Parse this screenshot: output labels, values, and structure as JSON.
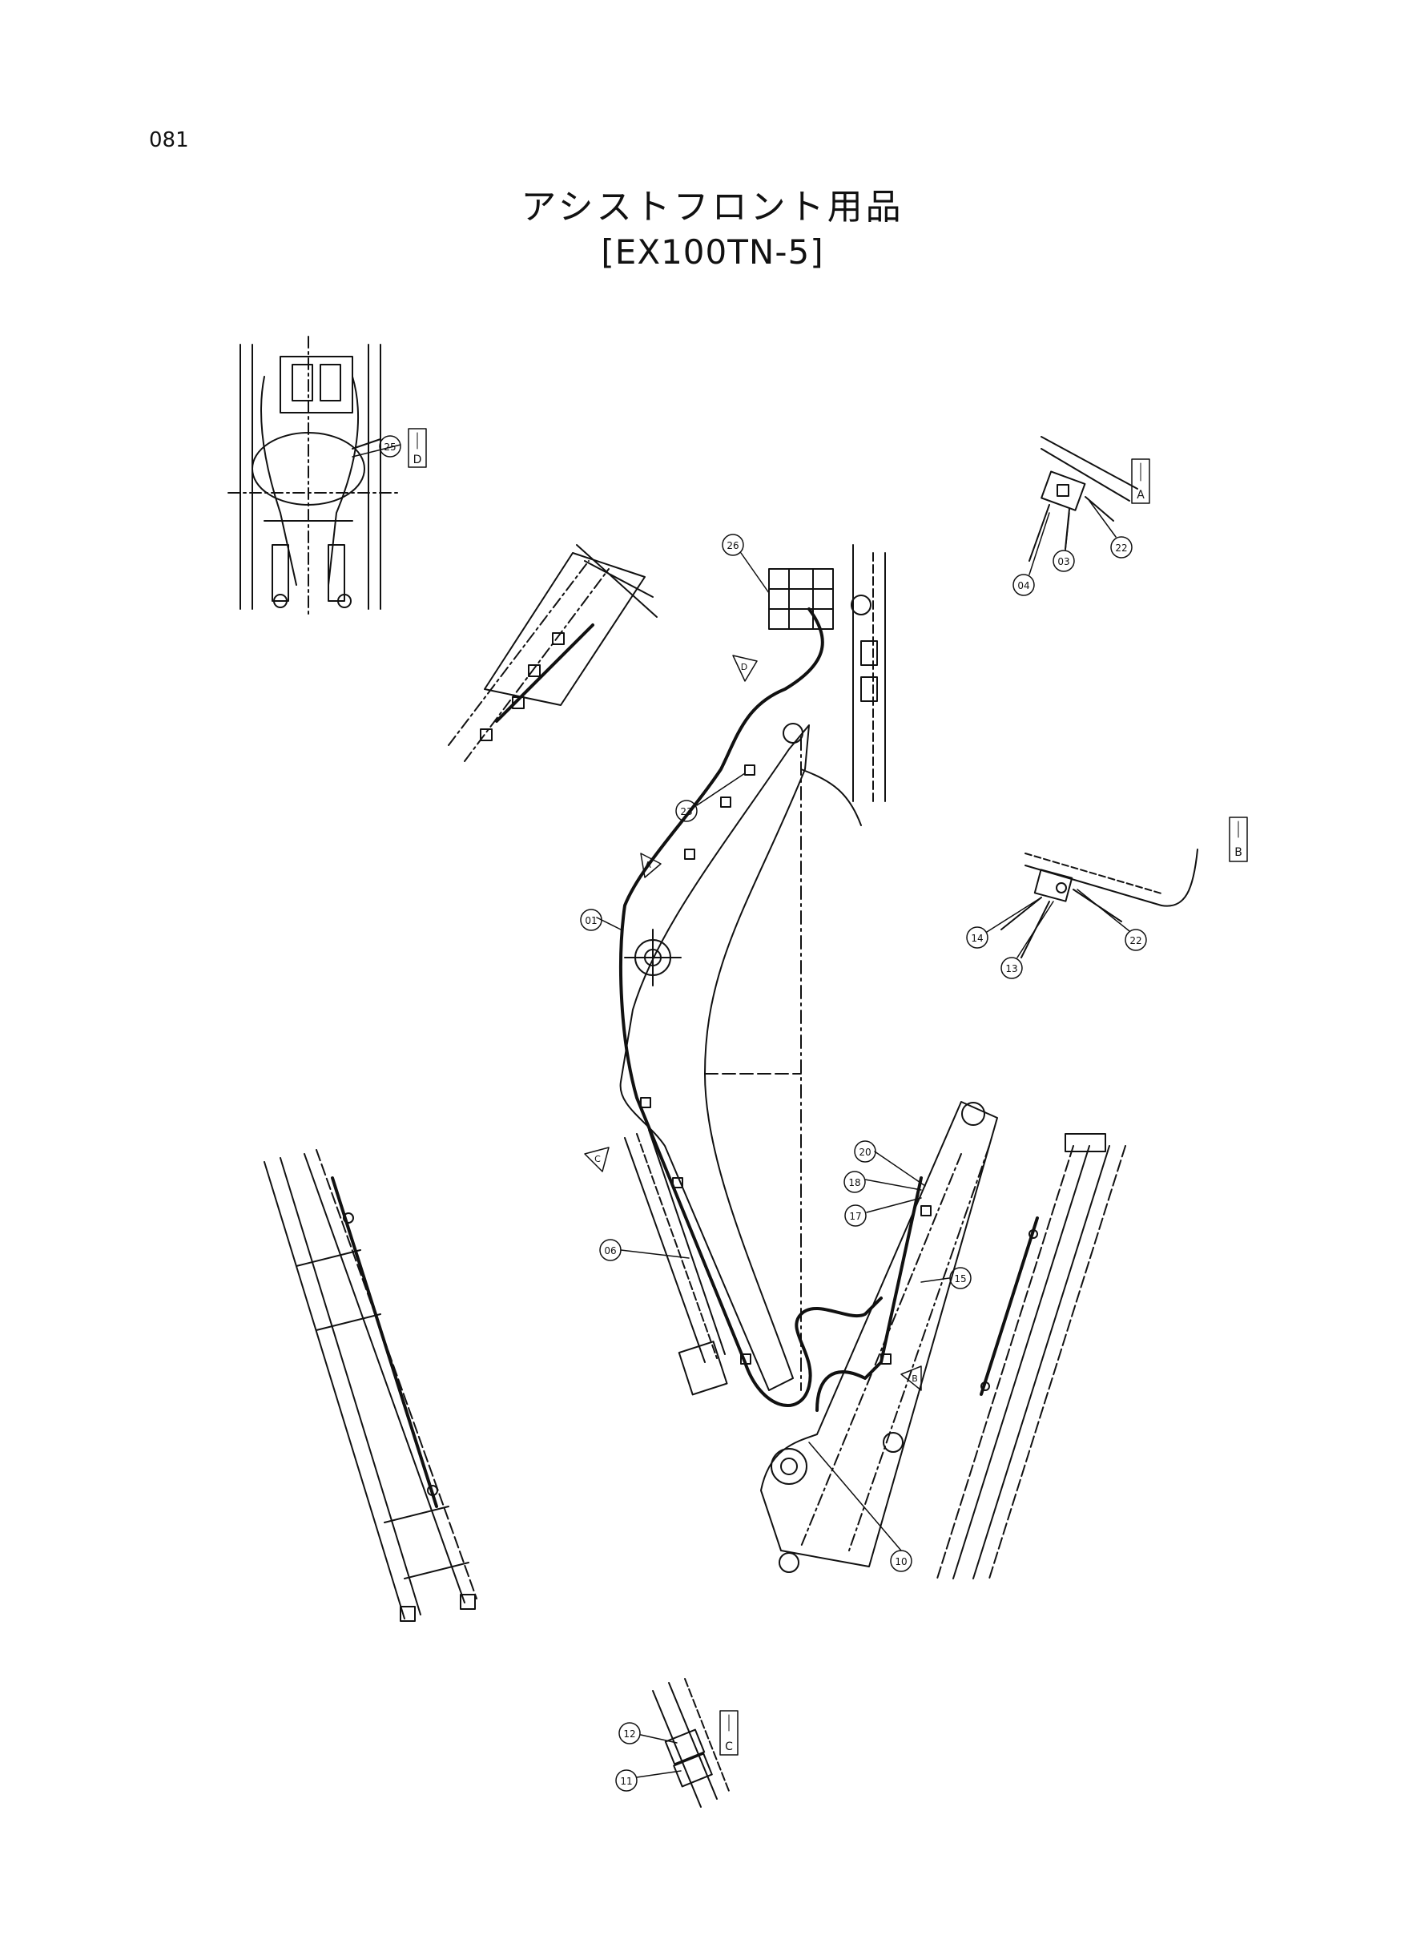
{
  "page_number": "081",
  "title": {
    "line1": "アシストフロント用品",
    "line2": "[EX100TN-5]"
  },
  "part_callouts": [
    {
      "id": "callout-26",
      "label": "26"
    },
    {
      "id": "callout-25",
      "label": "25"
    },
    {
      "id": "callout-23",
      "label": "23"
    },
    {
      "id": "callout-01",
      "label": "01"
    },
    {
      "id": "callout-06",
      "label": "06"
    },
    {
      "id": "callout-10",
      "label": "10"
    },
    {
      "id": "callout-15",
      "label": "15"
    },
    {
      "id": "callout-20",
      "label": "20"
    },
    {
      "id": "callout-18",
      "label": "18"
    },
    {
      "id": "callout-17",
      "label": "17"
    },
    {
      "id": "callout-04",
      "label": "04"
    },
    {
      "id": "callout-03",
      "label": "03"
    },
    {
      "id": "callout-22a",
      "label": "22"
    },
    {
      "id": "callout-14",
      "label": "14"
    },
    {
      "id": "callout-13",
      "label": "13"
    },
    {
      "id": "callout-22b",
      "label": "22"
    },
    {
      "id": "callout-12",
      "label": "12"
    },
    {
      "id": "callout-11",
      "label": "11"
    }
  ],
  "view_markers": [
    {
      "id": "view-A",
      "letter": "A"
    },
    {
      "id": "view-B",
      "letter": "B"
    },
    {
      "id": "view-C",
      "letter": "C"
    },
    {
      "id": "view-D",
      "letter": "D"
    }
  ],
  "arrow_markers": [
    {
      "id": "arrow-A",
      "letter": "A"
    },
    {
      "id": "arrow-C",
      "letter": "C"
    },
    {
      "id": "arrow-D",
      "letter": "D"
    },
    {
      "id": "arrow-B",
      "letter": "B"
    }
  ]
}
